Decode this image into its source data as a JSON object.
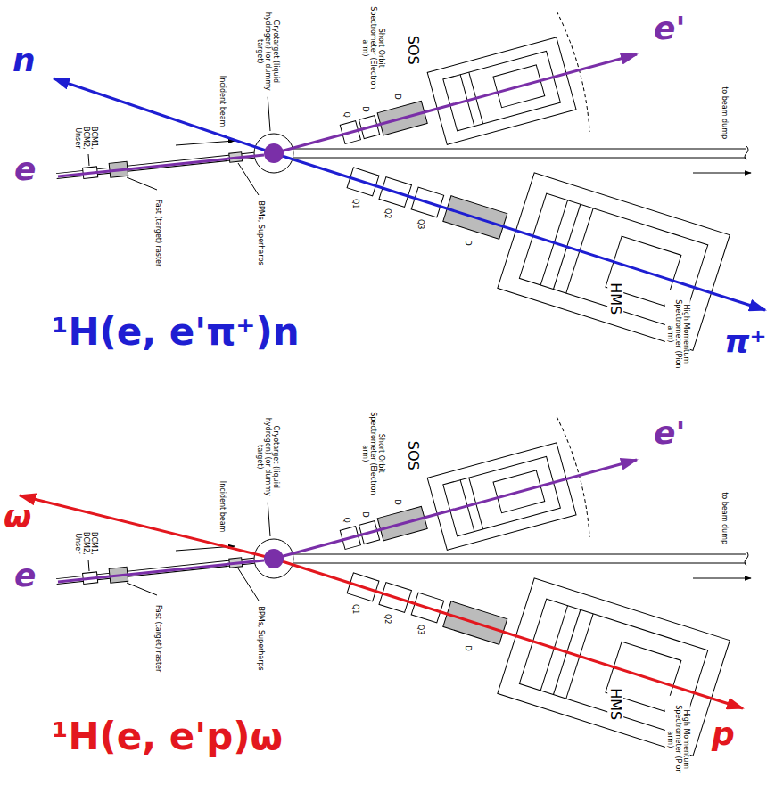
{
  "diagram": {
    "labels": [
      "n",
      "e",
      "e'",
      "π⁺",
      "¹H(e, e'π⁺)n",
      "Cryotarget (liquid hydrogen) (or dummy target)",
      "Short Orbit Spectrometer (Electron arm)",
      "SOS",
      "BCM1, BCM2, Unser",
      "Incident beam",
      "Fast (target) raster",
      "BPMs, Superharps",
      "Q",
      "D",
      "D",
      "Q1",
      "Q2",
      "Q3",
      "D",
      "HMS",
      "High Momentum Spectrometer (Pion arm)",
      "to beam dump",
      "ω",
      "e",
      "e'",
      "p",
      "¹H(e, e'p)ω",
      "Cryotarget (liquid hydrogen) (or dummy target)",
      "Short Orbit Spectrometer (Electron arm)",
      "SOS",
      "BCM1, BCM2, Unser",
      "Incident beam",
      "Fast (target) raster",
      "BPMs, Superharps",
      "Q",
      "D",
      "D",
      "Q1",
      "Q2",
      "Q3",
      "D",
      "HMS",
      "High Momentum Spectrometer (Pion arm)",
      "to beam dump"
    ]
  }
}
